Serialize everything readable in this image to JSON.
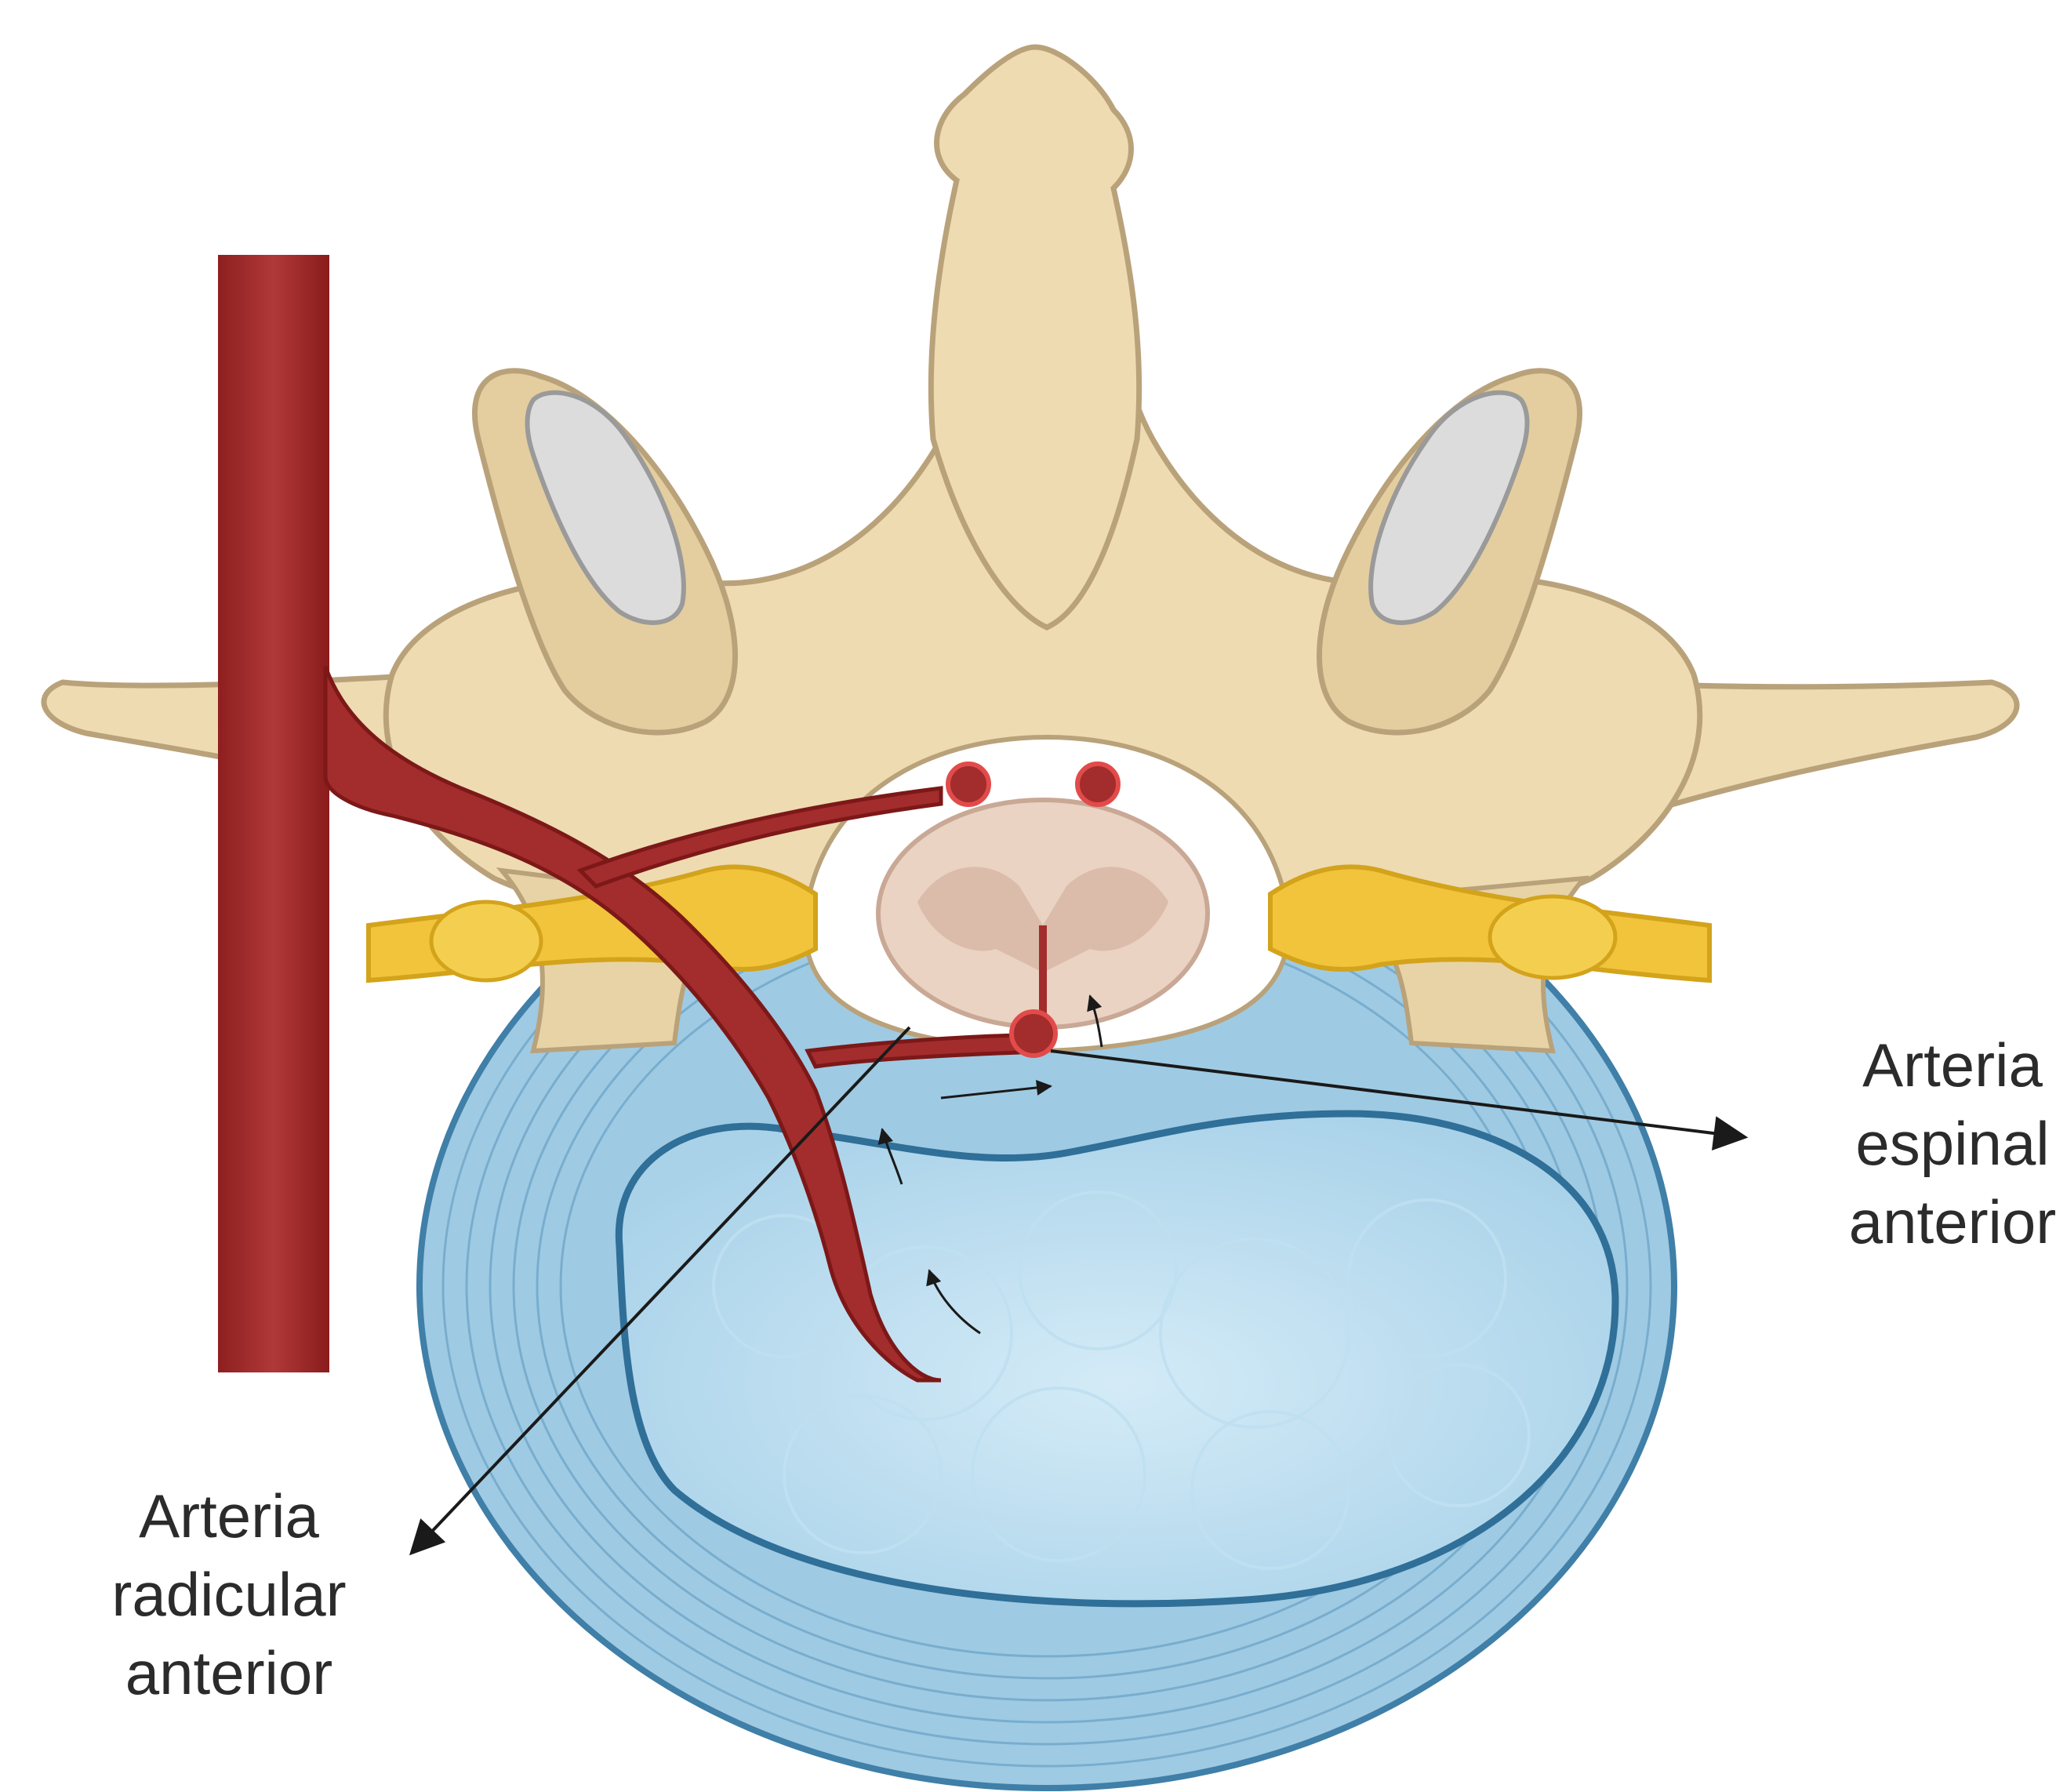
{
  "labels": {
    "anterior_spinal_artery": {
      "line1": "Arteria",
      "line2": "espinal",
      "line3": "anterior"
    },
    "anterior_radicular_artery": {
      "line1": "Arteria",
      "line2": "radicular",
      "line3": "anterior"
    }
  },
  "colors": {
    "bone": "#eedbb1",
    "bone_outline": "#b9a27a",
    "disc_outer": "#9fcae3",
    "disc_inner": "#c7e3f2",
    "disc_outline": "#3f7fa8",
    "artery": "#a32c2c",
    "artery_dark": "#7c1818",
    "nerve": "#f1c43b",
    "spinal_cord": "#ead3c3",
    "arrow": "#1a1a1a"
  }
}
